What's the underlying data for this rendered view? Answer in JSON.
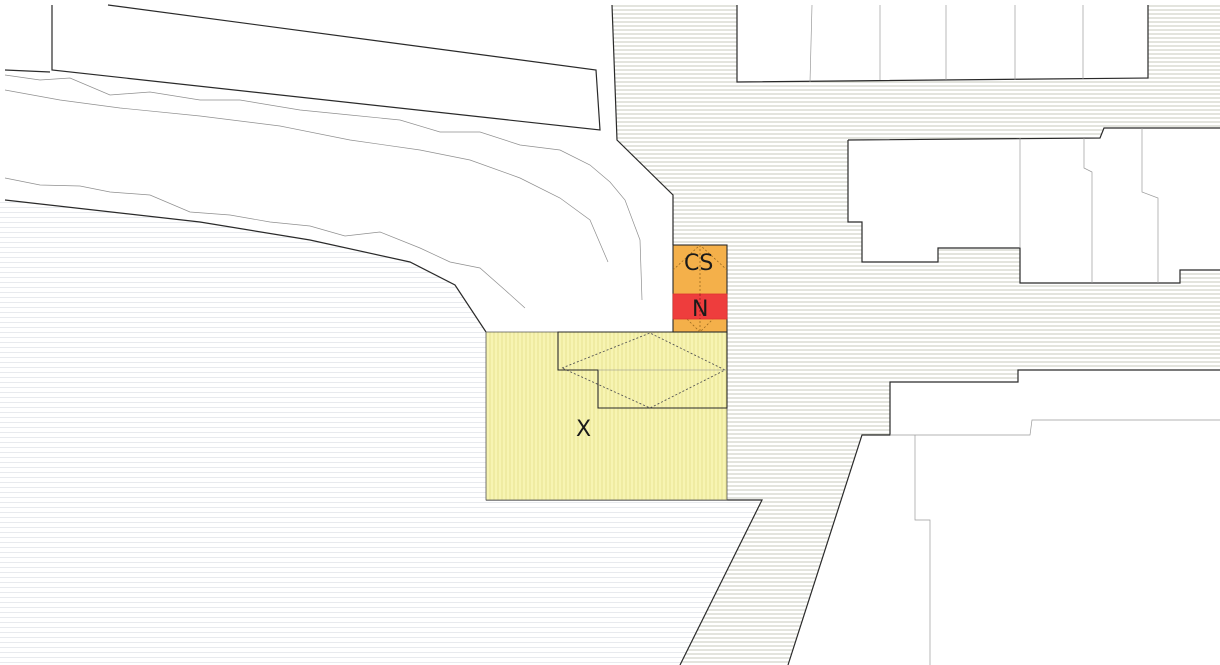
{
  "map": {
    "parcel_labels": {
      "cs": "CS",
      "n": "N",
      "x": "X"
    },
    "colors": {
      "parcel_cs": "#f4b04a",
      "parcel_n": "#ee3d3d",
      "parcel_x": "#f7f4b2",
      "hatch_street": "#b9bcab",
      "hatch_plaza": "#e2e5ea",
      "hatch_x": "#e4dd8a",
      "outline": "#2a2a2a",
      "thin_line": "#9a9a9a"
    }
  }
}
